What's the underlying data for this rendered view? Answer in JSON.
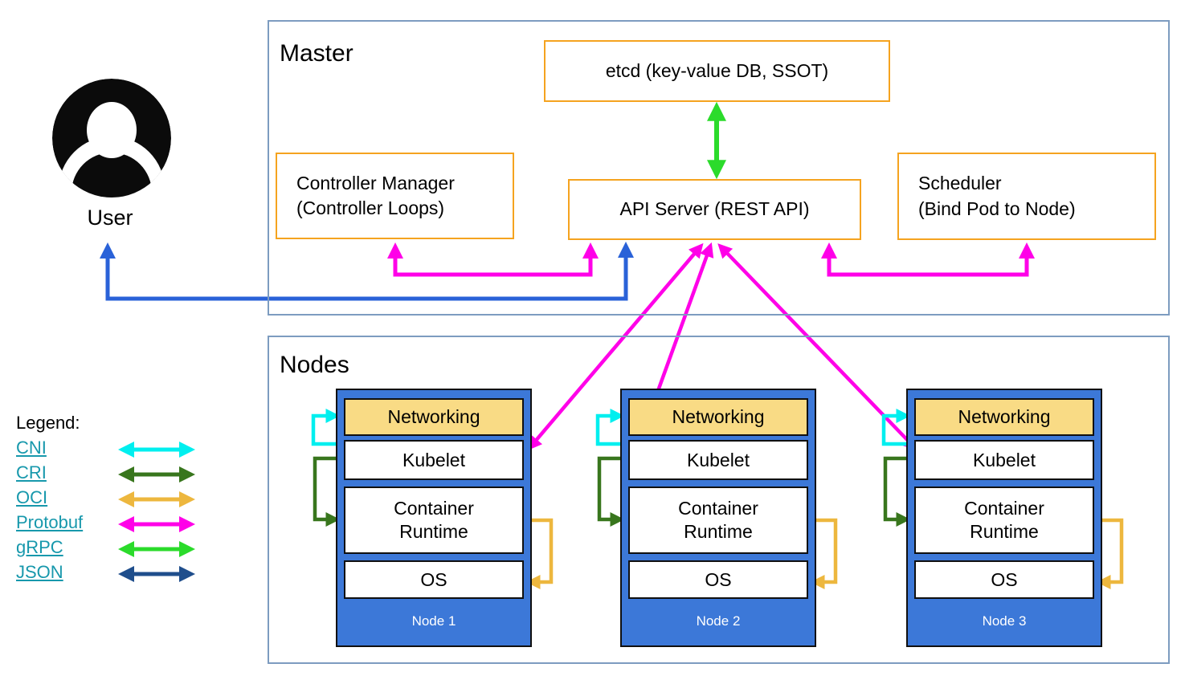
{
  "master": {
    "label": "Master",
    "etcd_label": "etcd (key-value DB, SSOT)",
    "controller_manager_line1": "Controller Manager",
    "controller_manager_line2": "(Controller Loops)",
    "api_server_label": "API Server (REST API)",
    "scheduler_line1": "Scheduler",
    "scheduler_line2": "(Bind Pod to Node)"
  },
  "nodes_section": {
    "label": "Nodes",
    "nodes": [
      {
        "networking": "Networking",
        "kubelet": "Kubelet",
        "container_runtime": "Container Runtime",
        "os": "OS",
        "name": "Node 1"
      },
      {
        "networking": "Networking",
        "kubelet": "Kubelet",
        "container_runtime": "Container Runtime",
        "os": "OS",
        "name": "Node 2"
      },
      {
        "networking": "Networking",
        "kubelet": "Kubelet",
        "container_runtime": "Container Runtime",
        "os": "OS",
        "name": "Node 3"
      }
    ]
  },
  "user": {
    "label": "User"
  },
  "legend": {
    "title": "Legend:",
    "items": [
      {
        "label": "CNI"
      },
      {
        "label": "CRI"
      },
      {
        "label": "OCI"
      },
      {
        "label": "Protobuf"
      },
      {
        "label": "gRPC"
      },
      {
        "label": "JSON"
      }
    ]
  },
  "colors": {
    "cni": "#00EFEF",
    "cri": "#38761D",
    "oci": "#EDB73E",
    "protobuf": "#FF00E8",
    "grpc": "#2BDB2B",
    "json": "#1F4E8C",
    "user_arrow": "#2A62D8",
    "node_fill": "#3C78D8",
    "networking_fill": "#F9DB85",
    "component_border": "#F5A31F",
    "section_border": "#7D9CC0",
    "legend_link": "#1798AC"
  }
}
